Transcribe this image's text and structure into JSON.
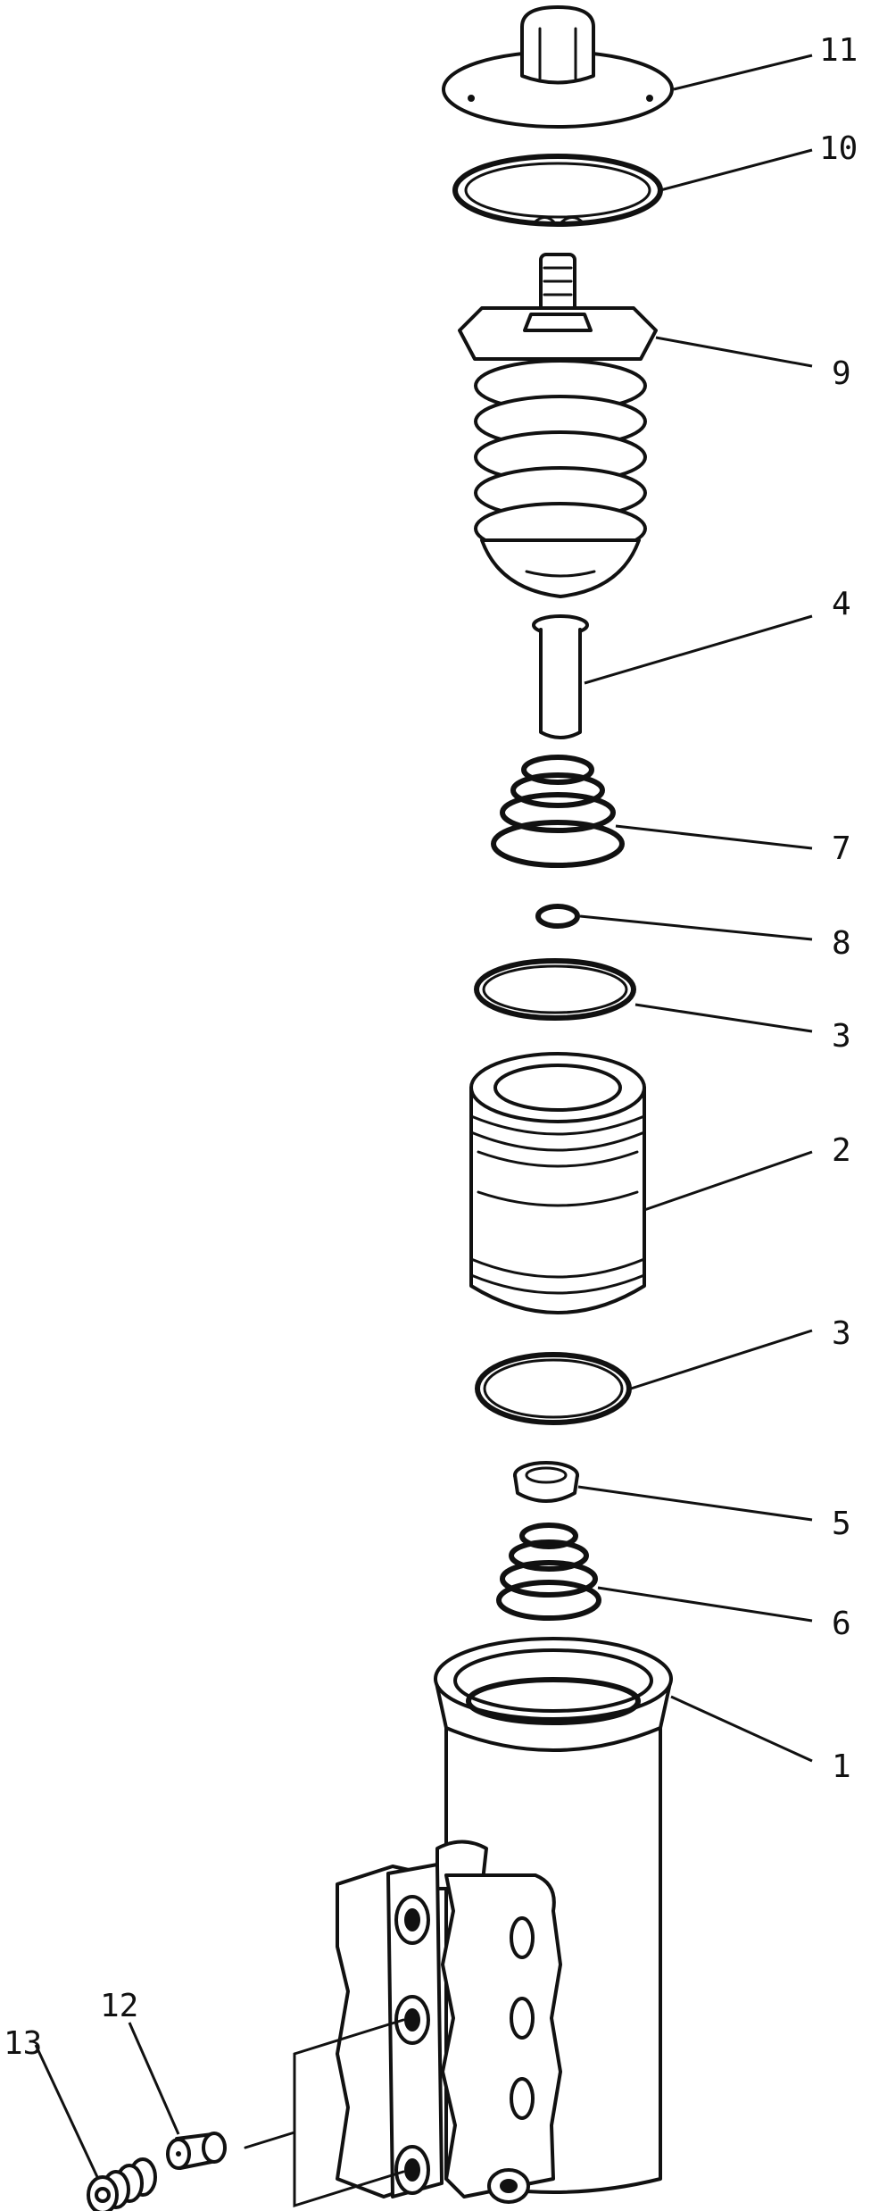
{
  "callouts": {
    "c11": "11",
    "c10": "10",
    "c9": "9",
    "c4": "4",
    "c7": "7",
    "c8": "8",
    "c3a": "3",
    "c2": "2",
    "c3b": "3",
    "c5": "5",
    "c6": "6",
    "c1": "1",
    "c12": "12",
    "c13": "13"
  },
  "colors": {
    "ink": "#111111",
    "paper": "#ffffff"
  }
}
